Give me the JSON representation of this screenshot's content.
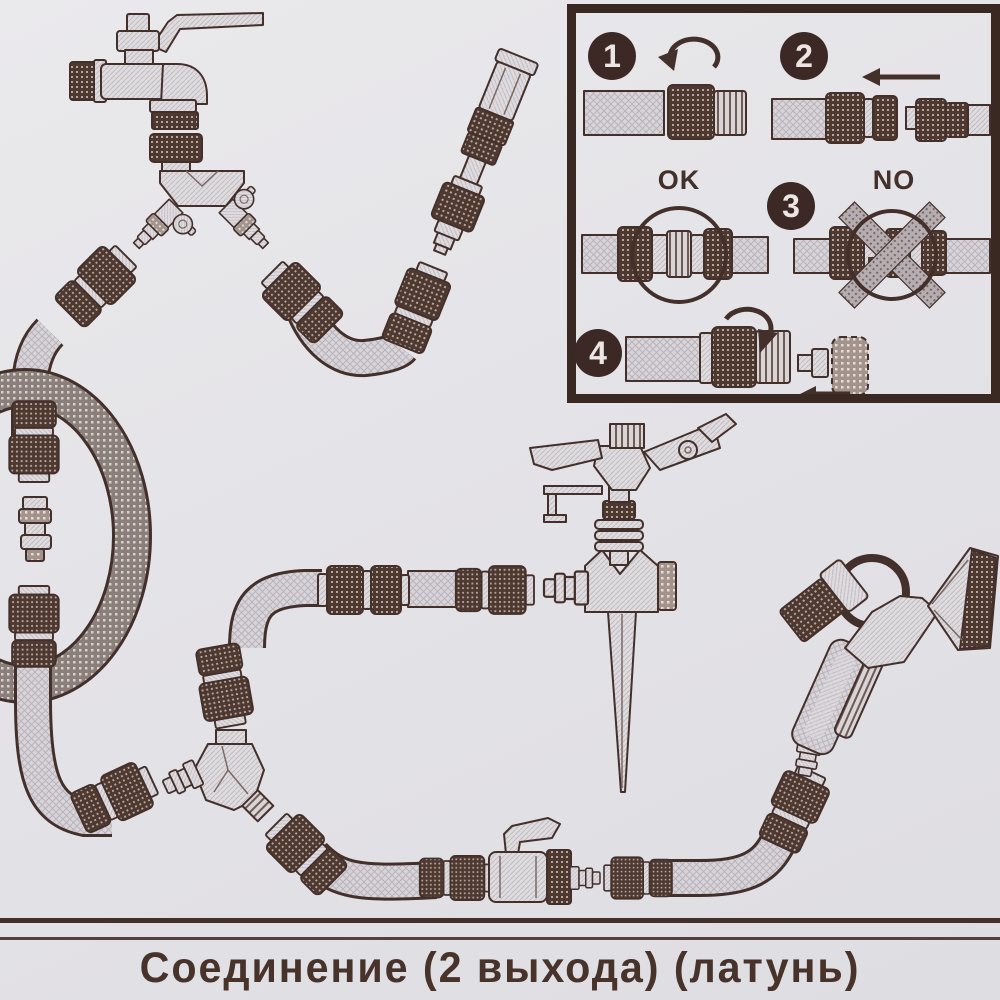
{
  "page": {
    "background": "#e5e4e8",
    "ink": "#44302b"
  },
  "caption": {
    "text": "Соединение (2 выхода) (латунь)"
  },
  "instruction_panel": {
    "steps": [
      {
        "number": "1"
      },
      {
        "number": "2"
      },
      {
        "number": "3"
      },
      {
        "number": "4"
      }
    ],
    "ok_label": "OK",
    "no_label": "NO"
  },
  "diagram": {
    "components": [
      "garden-tap",
      "two-way-splitter",
      "jet-nozzle",
      "hose-coil",
      "double-male-adapter",
      "hose-mender",
      "three-way-splitter",
      "inline-shutoff-valve",
      "impulse-sprinkler",
      "spray-gun",
      "quick-connect-couplings",
      "garden-hose"
    ]
  }
}
